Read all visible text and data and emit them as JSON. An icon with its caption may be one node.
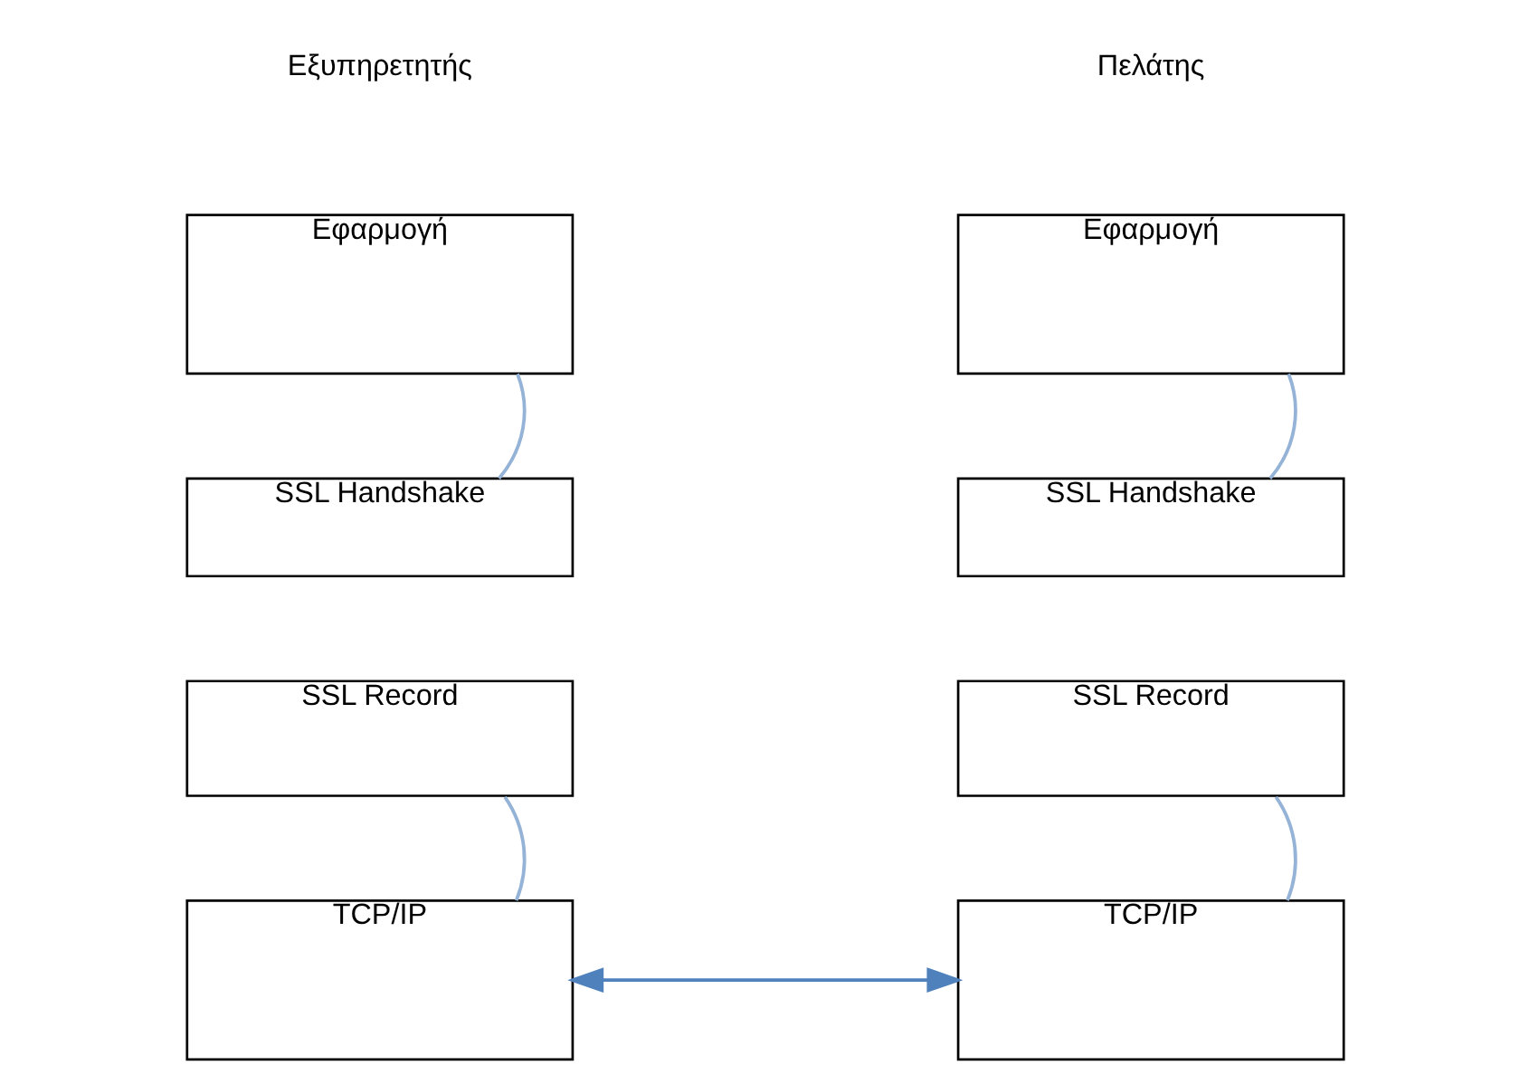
{
  "diagram": {
    "nodes": [
      {
        "text": [
          "Εφαρμογή"
        ]
      },
      {
        "text": [
          "SSL Handshake"
        ]
      },
      {
        "text": [
          "SSL Record"
        ]
      },
      {
        "text": [
          "TCP/IP"
        ]
      },
      {
        "text": [
          "Εφαρμογή"
        ]
      },
      {
        "text": [
          "SSL Handshake"
        ]
      },
      {
        "text": [
          "SSL Record"
        ]
      },
      {
        "text": [
          "TCP/IP"
        ]
      }
    ],
    "edges": [
      {
        "from": 0,
        "to": 1,
        "arrow": "none"
      },
      {
        "from": 2,
        "to": 3,
        "arrow": "none"
      },
      {
        "from": 4,
        "to": 5,
        "arrow": "none"
      },
      {
        "from": 6,
        "to": 7,
        "arrow": "none"
      },
      {
        "from": 3,
        "to": 7,
        "arrow": "both",
        "color": "#4f81bd"
      }
    ],
    "labels": [
      "Πελάτης",
      "Εξυπηρετητής"
    ]
  }
}
